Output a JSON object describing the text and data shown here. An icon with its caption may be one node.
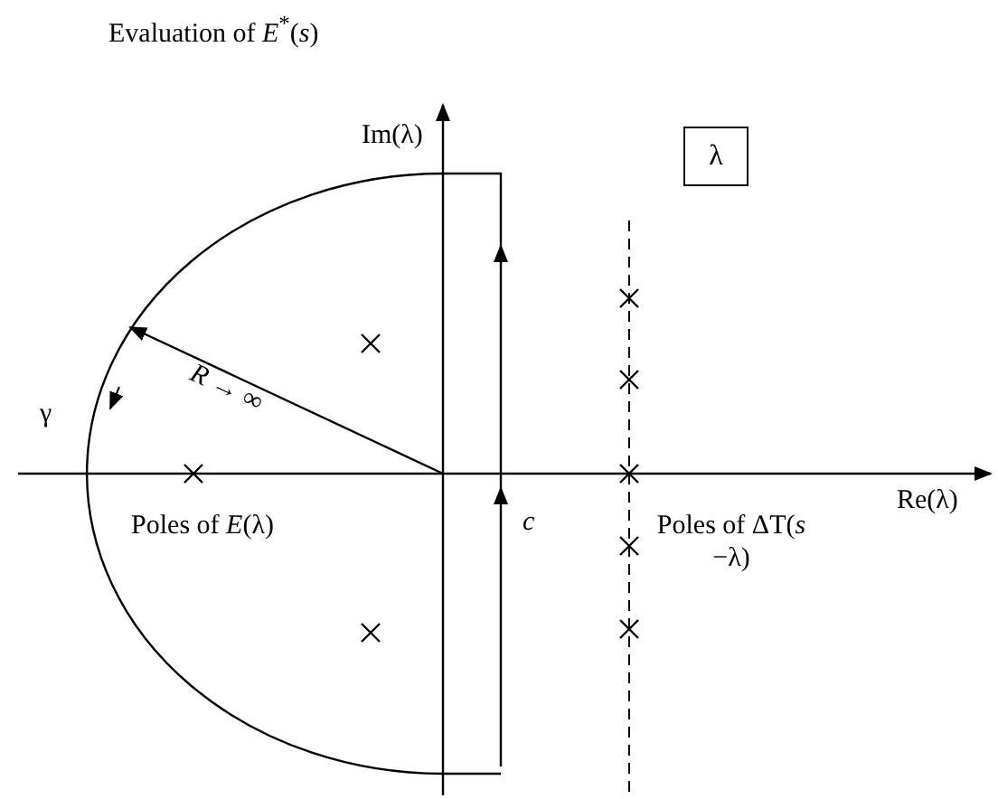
{
  "diagram": {
    "title": "Evaluation of *E*$^{*}$(*s*)",
    "nodes": [
      {
        "text": [
          "λ"
        ]
      }
    ],
    "labels": [
      "Im(λ)",
      "γ",
      "*R* → ∞",
      "Poles of *E*(λ)",
      "*c*",
      "Poles of ΔT(*s* −λ)",
      "Re(λ)"
    ]
  }
}
